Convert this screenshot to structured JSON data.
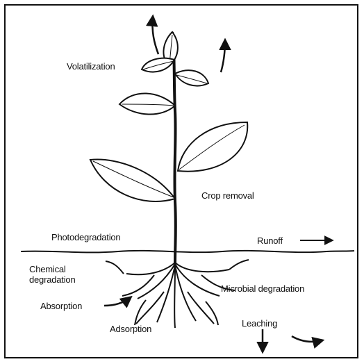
{
  "diagram": {
    "labels": {
      "volatilization": "Volatilization",
      "crop_removal": "Crop removal",
      "photodegradation": "Photodegradation",
      "runoff": "Runoff",
      "chemical_degradation_line1": "Chemical",
      "chemical_degradation_line2": "degradation",
      "microbial_degradation": "Microbial degradation",
      "absorption": "Absorption",
      "adsorption": "Adsorption",
      "leaching": "Leaching"
    }
  }
}
